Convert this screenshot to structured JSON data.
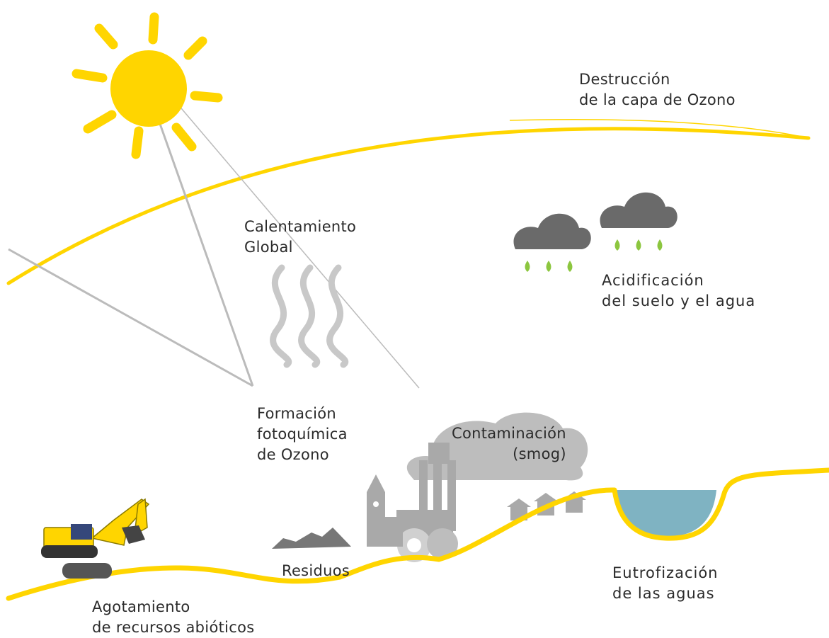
{
  "labels": {
    "ozone_destruction": [
      "Destrucción",
      "de la capa de Ozono"
    ],
    "global_warming": [
      "Calentamiento",
      "Global"
    ],
    "acidification": [
      "Acidificación",
      "del suelo y el agua"
    ],
    "photochemical": [
      "Formación",
      "fotoquímica",
      "de Ozono"
    ],
    "smog": [
      "Contaminación",
      "(smog)"
    ],
    "waste": [
      "Residuos"
    ],
    "eutrophication": [
      "Eutrofización",
      "de las aguas"
    ],
    "abiotic": [
      "Agotamiento",
      "de recursos abióticos"
    ]
  },
  "colors": {
    "sun": "#ffd500",
    "atmosphere": "#ffd500",
    "ground": "#ffd500",
    "cloud_dark": "#6a6a6a",
    "raindrop": "#8cc63f",
    "grey_light": "#bbbbbb",
    "water": "#7fb3c2"
  },
  "icons": [
    "sun-icon",
    "rain-cloud-icon",
    "heat-waves-icon",
    "smog-cloud-icon",
    "factory-icon",
    "church-icon",
    "house-icon",
    "waste-pile-icon",
    "excavator-icon",
    "lake-icon"
  ]
}
